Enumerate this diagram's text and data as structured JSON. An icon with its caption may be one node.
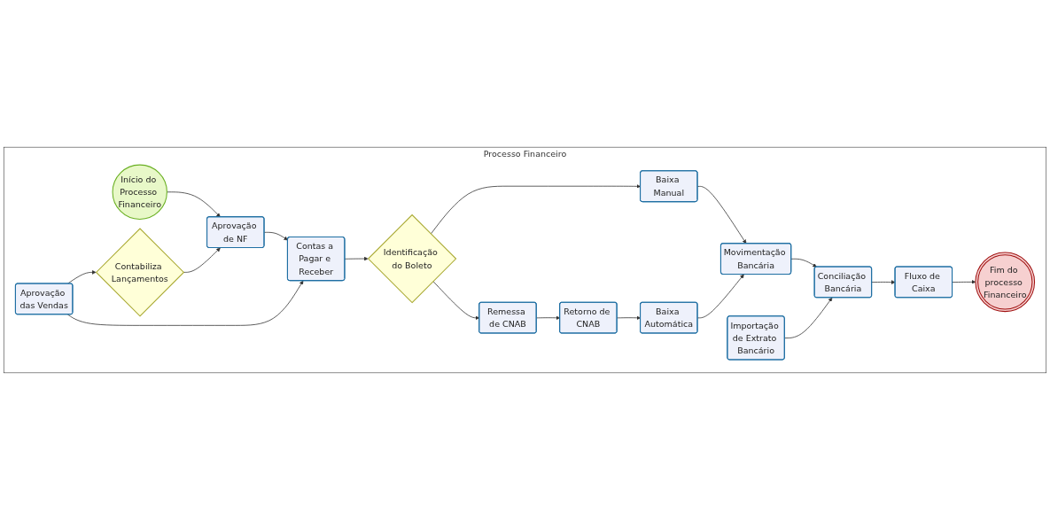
{
  "diagram": {
    "nodes": [
      {
        "text": [
          "Processo Financeiro"
        ]
      },
      {
        "text": [
          "Início do Processo Financeiro"
        ],
        "in": 0
      },
      {
        "text": [
          "Aprovação de NF"
        ],
        "in": 0
      },
      {
        "text": [
          "Contas a Pagar e Receber"
        ],
        "in": 0
      },
      {
        "text": [
          "Identificação do Boleto"
        ],
        "in": 0
      },
      {
        "text": [
          "Remessa de CNAB"
        ],
        "in": 0
      },
      {
        "text": [
          "Contabiliza Lançamentos"
        ],
        "in": 0
      },
      {
        "text": [
          "Aprovação das Vendas"
        ],
        "in": 0
      },
      {
        "text": [
          "Baixa Manual"
        ],
        "in": 0
      },
      {
        "text": [
          "Retorno de CNAB"
        ],
        "in": 0
      },
      {
        "text": [
          "Fluxo de Caixa"
        ],
        "in": 0
      },
      {
        "text": [
          "Conciliação Bancária"
        ],
        "in": 0
      },
      {
        "text": [
          "Movimentação Bancária"
        ],
        "in": 0
      },
      {
        "text": [
          "Baixa Automática"
        ],
        "in": 0
      },
      {
        "text": [
          "Importação de Extrato Bancário"
        ],
        "in": 0
      },
      {
        "text": [
          "Fim do processo Financeiro"
        ],
        "in": 0
      }
    ],
    "edges": [
      {
        "from": 1,
        "to": 2,
        "arrow": "to"
      },
      {
        "from": 2,
        "to": 3,
        "arrow": "to"
      },
      {
        "from": 3,
        "to": 4,
        "arrow": "to"
      },
      {
        "from": 4,
        "to": 5,
        "arrow": "to"
      },
      {
        "from": 4,
        "to": 8,
        "arrow": "to"
      },
      {
        "from": 7,
        "to": 3,
        "arrow": "to"
      },
      {
        "from": 7,
        "to": 6,
        "arrow": "to"
      },
      {
        "from": 6,
        "to": 2,
        "arrow": "to"
      },
      {
        "from": 5,
        "to": 9,
        "arrow": "to"
      },
      {
        "from": 9,
        "to": 13,
        "arrow": "to"
      },
      {
        "from": 8,
        "to": 12,
        "arrow": "to"
      },
      {
        "from": 13,
        "to": 12,
        "arrow": "to"
      },
      {
        "from": 12,
        "to": 11,
        "arrow": "to"
      },
      {
        "from": 11,
        "to": 10,
        "arrow": "to"
      },
      {
        "from": 14,
        "to": 11,
        "arrow": "to"
      },
      {
        "from": 10,
        "to": 15,
        "arrow": "to"
      }
    ]
  }
}
